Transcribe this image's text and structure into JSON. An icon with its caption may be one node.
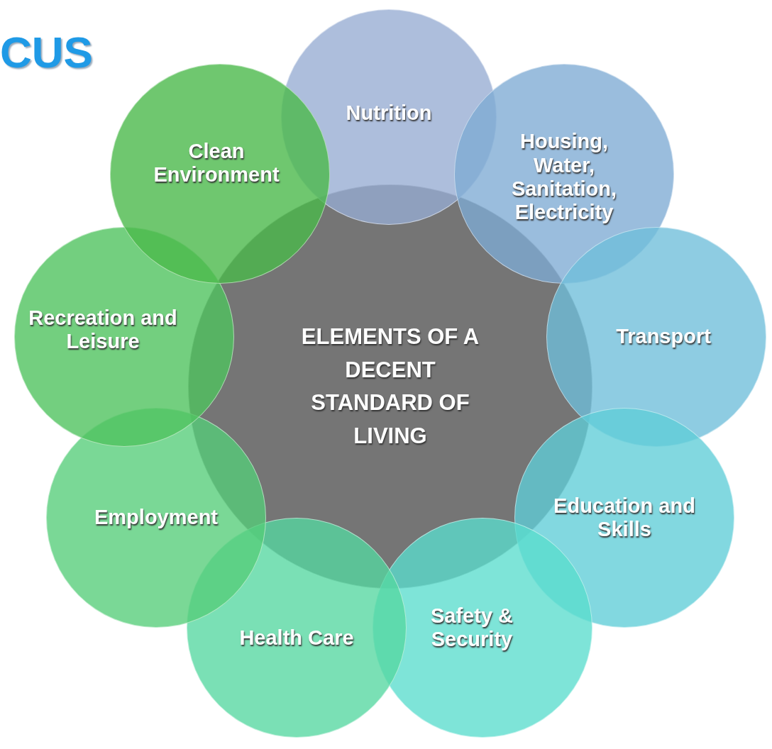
{
  "diagram": {
    "title": "CUS",
    "nodes": [
      {
        "text": [
          "ELEMENTS OF A DECENT STANDARD OF LIVING"
        ]
      },
      {
        "text": [
          "Nutrition"
        ]
      },
      {
        "text": [
          "Housing, Water, Sanitation, Electricity"
        ]
      },
      {
        "text": [
          "Transport"
        ]
      },
      {
        "text": [
          "Education and Skills"
        ]
      },
      {
        "text": [
          "Safety & Security"
        ]
      },
      {
        "text": [
          "Health Care"
        ]
      },
      {
        "text": [
          "Employment"
        ]
      },
      {
        "text": [
          "Recreation and Leisure"
        ]
      },
      {
        "text": [
          "Clean Environment"
        ]
      }
    ]
  }
}
